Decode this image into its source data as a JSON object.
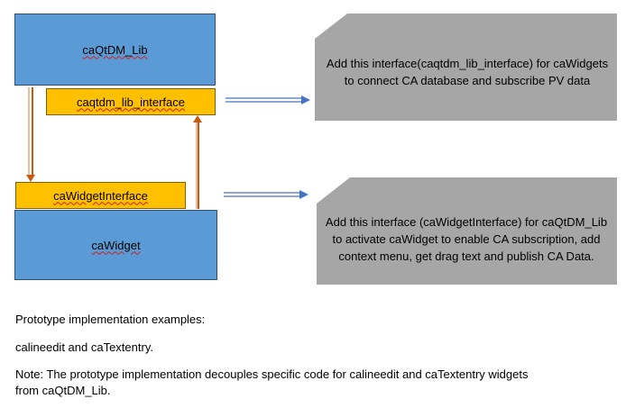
{
  "lib_box": {
    "label": "caQtDM_Lib"
  },
  "lib_interface": {
    "label": "caqtdm_lib_interface"
  },
  "widget_interface": {
    "label": "caWidgetInterface"
  },
  "widget_box": {
    "label": "caWidget"
  },
  "note_top": {
    "text": "Add this interface(caqtdm_lib_interface) for caWidgets to connect CA database and subscribe PV data"
  },
  "note_bottom": {
    "text": "Add this interface (caWidgetInterface) for caQtDM_Lib to activate caWidget to enable CA subscription, add context menu,  get drag text and publish CA Data."
  },
  "text": {
    "line1": "Prototype implementation examples:",
    "line2": "calineedit and caTextentry.",
    "line3": "Note: The prototype implementation decouples specific code for calineedit and caTextentry widgets",
    "line4": "from caQtDM_Lib."
  },
  "colors": {
    "box_blue": "#5b9bd5",
    "interface_orange": "#ffc000",
    "note_gray": "#a6a6a6",
    "arrow_brown": "#c55a11",
    "arrow_blue": "#4472c4"
  }
}
